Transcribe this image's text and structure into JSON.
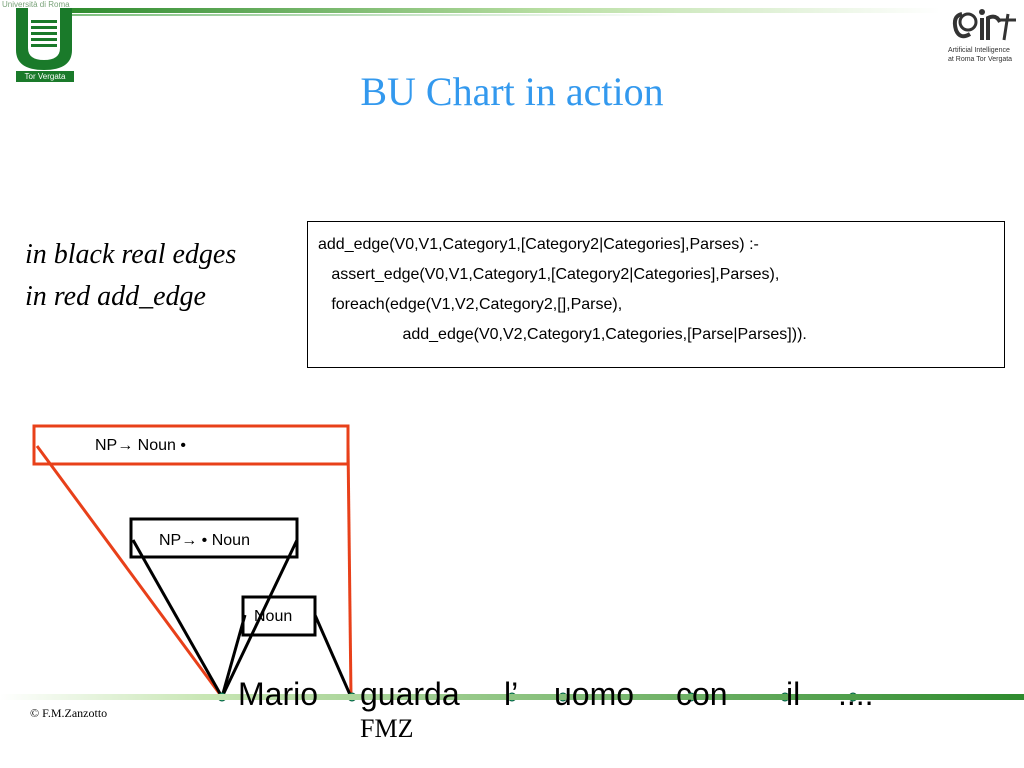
{
  "header": {
    "left_logo_top": "Università di Roma",
    "left_logo_bottom": "Tor Vergata",
    "right_logo_lines": [
      "Artificial Intelligence",
      "at Roma Tor Vergata"
    ]
  },
  "title": "BU Chart in action",
  "legend": {
    "line1": "in black real edges",
    "line2": "in red add_edge"
  },
  "code": [
    "add_edge(V0,V1,Category1,[Category2|Categories],Parses) :-",
    "   assert_edge(V0,V1,Category1,[Category2|Categories],Parses),",
    "   foreach(edge(V1,V2,Category2,[],Parse),",
    "                   add_edge(V0,V2,Category1,Categories,[Parse|Parses]))."
  ],
  "edges": {
    "red_edge_label": "NP→ Noun •",
    "black_edge_np_label": "NP→ • Noun",
    "noun_label": "Noun"
  },
  "sentence": [
    "Mario",
    "guarda",
    "l’",
    "uomo",
    "con",
    "il",
    "...."
  ],
  "colors": {
    "title": "#3399ee",
    "red_edge": "#e8401a",
    "vertex": "#22bb88"
  },
  "footer": {
    "copyright": "© F.M.Zanzotto",
    "fmz": "FMZ"
  }
}
